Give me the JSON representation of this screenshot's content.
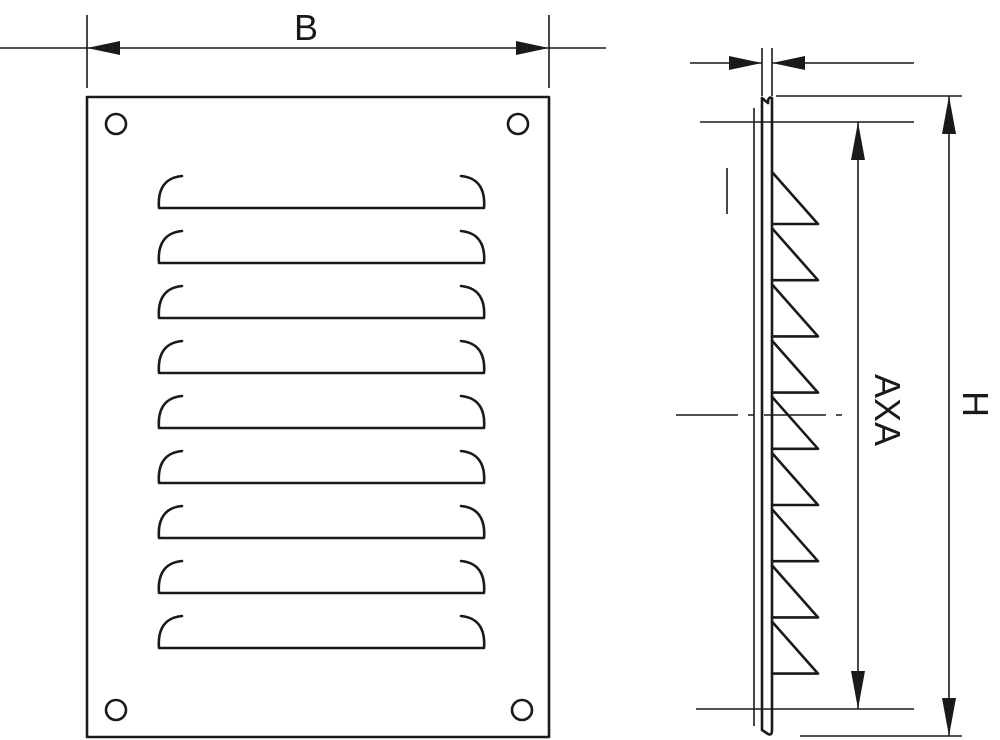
{
  "labels": {
    "width": "B",
    "axis_spacing": "AXA",
    "height": "H"
  },
  "grille": {
    "louver_count": 9,
    "mounting_hole_count": 4
  },
  "colors": {
    "line": "#1a1a1a",
    "background": "#ffffff"
  }
}
